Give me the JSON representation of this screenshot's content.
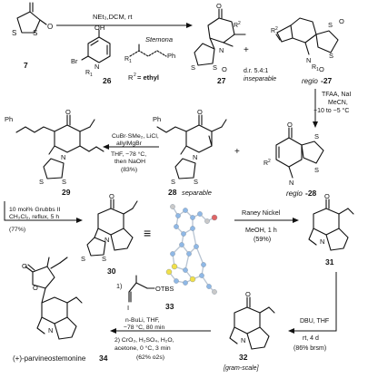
{
  "colors": {
    "atom_yellow": "#f1e04a",
    "atom_blue": "#8fb8e6",
    "atom_red": "#e06565",
    "atom_gray": "#c9c9c9",
    "bond_stick": "#b8c4d2"
  },
  "compounds": {
    "c7": "7",
    "c26": "26",
    "c27": "27",
    "c27_regio_prefix": "regio",
    "c27_regio_num": "-27",
    "c28": "28",
    "c28_regio_prefix": "regio",
    "c28_regio_num": "-28",
    "c29": "29",
    "c30": "30",
    "c31": "31",
    "c32": "32",
    "c33": "33",
    "c34_name": "(+)-parvineostemonine",
    "c34_num": "34"
  },
  "atom_labels": {
    "S": "S",
    "O": "O",
    "OH": "OH",
    "N": "N",
    "Br": "Br",
    "R1": "R",
    "R2": "R",
    "sup1": "1",
    "sup2": "2",
    "Ph": "Ph",
    "I": "I",
    "OTBS": "OTBS",
    "plus": "+",
    "equiv": "≡"
  },
  "reagents": {
    "step1": "NEt₃,DCM, rt",
    "stemona": "Stemona",
    "r2_eq": "R",
    "r2_sup": "2",
    "r2_rest": " = ethyl",
    "dr": "d.r. 5.4:1",
    "inseparable": "inseparable",
    "separable": "separable",
    "step2_line1": "TFAA, NaI",
    "step2_line2": "MeCN,",
    "step2_line3": "−10 to −5 °C",
    "step3_line1": "CuBr·SMe₂, LiCl,",
    "step3_line2": "allylMgBr",
    "step3_line3": "THF, −78 °C,",
    "step3_line4": "then NaOH",
    "step3_yield": "(83%)",
    "step4_line1": "10 mol% Grubbs II",
    "step4_line2": "CH₂Cl₂, reflux, 5 h",
    "step4_yield": "(77%)",
    "step5_line1": "Raney Nickel",
    "step5_line2": "MeOH, 1 h",
    "step5_yield": "(59%)",
    "step6_line1": "DBU, THF",
    "step6_line2": "rt, 4 d",
    "step6_yield": "(86% brsm)",
    "gram_scale": "[gram-scale]",
    "step7_label1": "1)",
    "step7_line2": "n-BuLi, THF,",
    "step7_line3": "−78 °C, 80 min",
    "step7_line4": "2) CrO₃, H₂SO₄, H₂O,",
    "step7_line5": "acetone, 0 °C, 3 min",
    "step7_yield": "(62% o2s)"
  }
}
